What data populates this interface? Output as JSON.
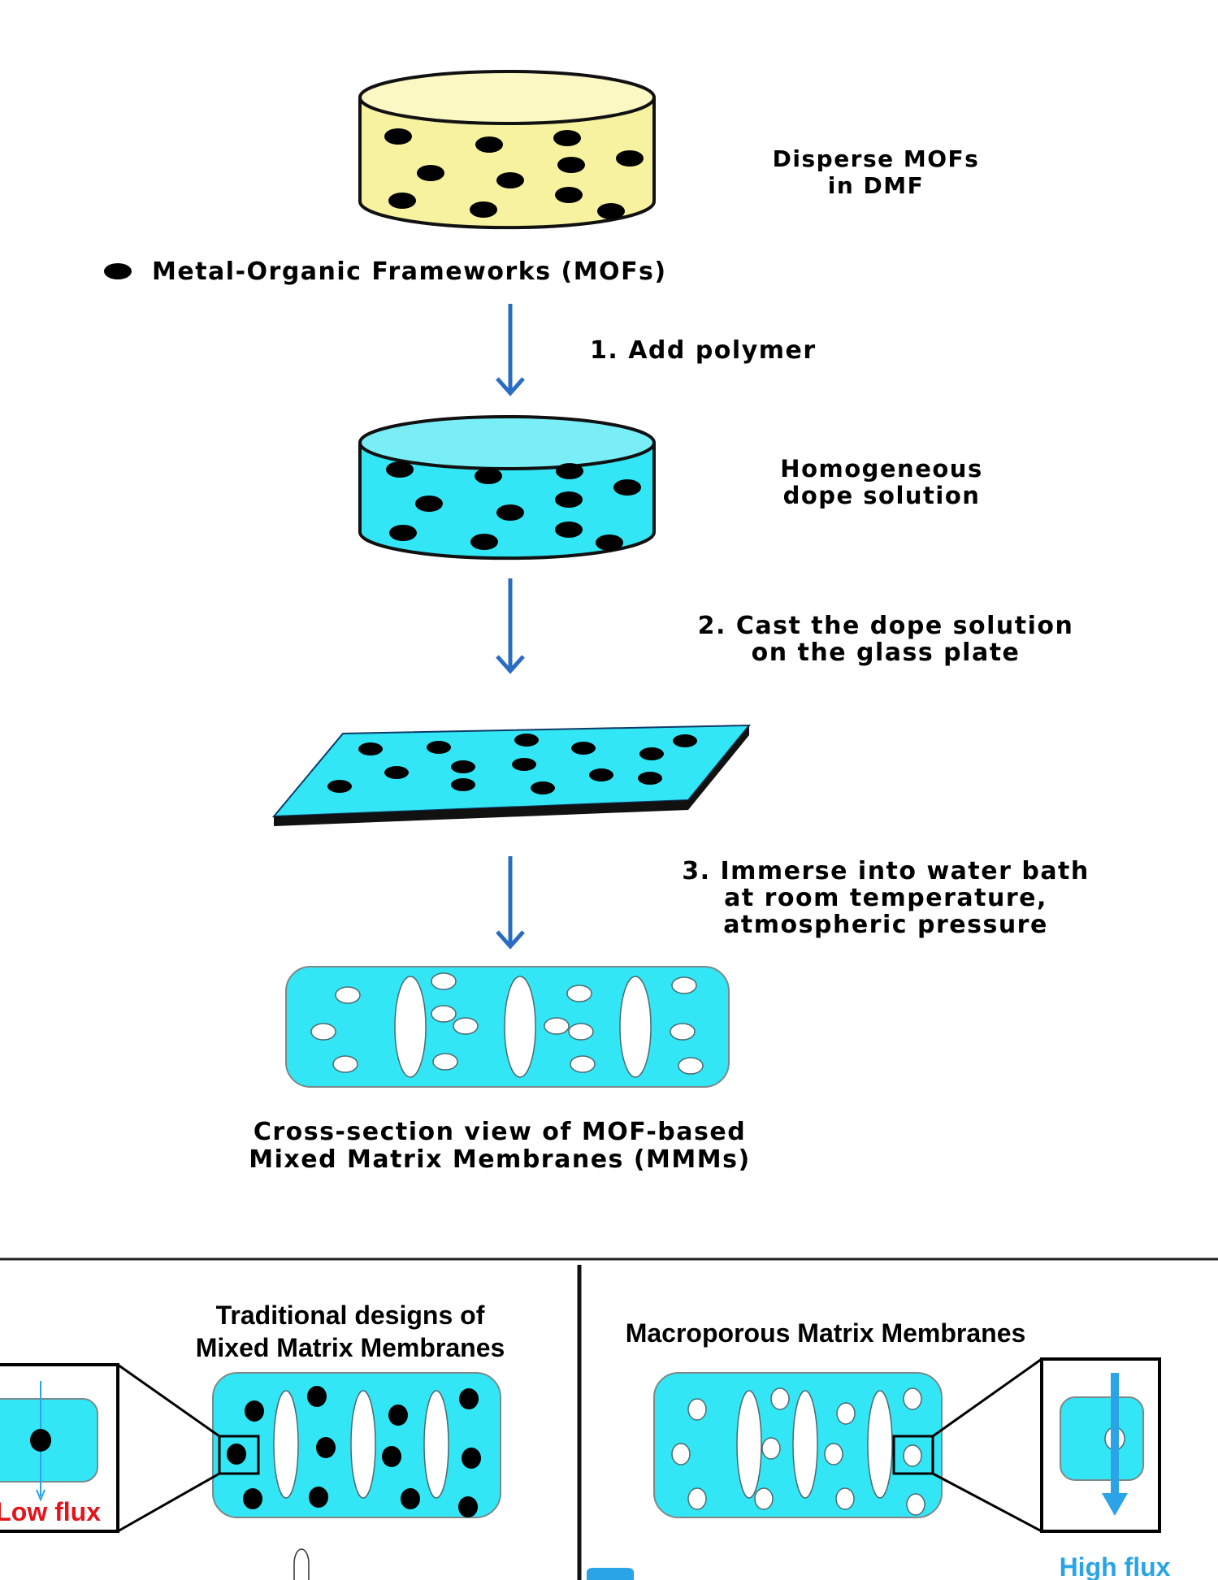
{
  "steps": {
    "disperse": [
      "Disperse MOFs",
      "in DMF"
    ],
    "legend": "Metal-Organic Frameworks (MOFs)",
    "add_polymer": "1. Add polymer",
    "homogeneous": [
      "Homogeneous",
      "dope solution"
    ],
    "cast": [
      "2. Cast the dope solution",
      "on the glass plate"
    ],
    "immerse": [
      "3. Immerse into water bath",
      "at room temperature,",
      "atmospheric pressure"
    ],
    "cross_section": [
      "Cross-section view of MOF-based",
      "Mixed Matrix Membranes (MMMs)"
    ]
  },
  "comparison": {
    "traditional_title": [
      "Traditional designs of",
      "Mixed Matrix Membranes"
    ],
    "macroporous_title": "Macroporous Matrix Membranes",
    "low_flux": "Low flux",
    "high_flux": "High flux"
  },
  "colors": {
    "cyan": "#33e6f5",
    "cyan_top": "#7aeef7",
    "yellow": "#f7f2a0",
    "yellow_top": "#fbf8c4",
    "arrow_blue": "#2a6cc1",
    "low_flux_red": "#e3141b",
    "high_flux_blue": "#2aa4e6"
  }
}
